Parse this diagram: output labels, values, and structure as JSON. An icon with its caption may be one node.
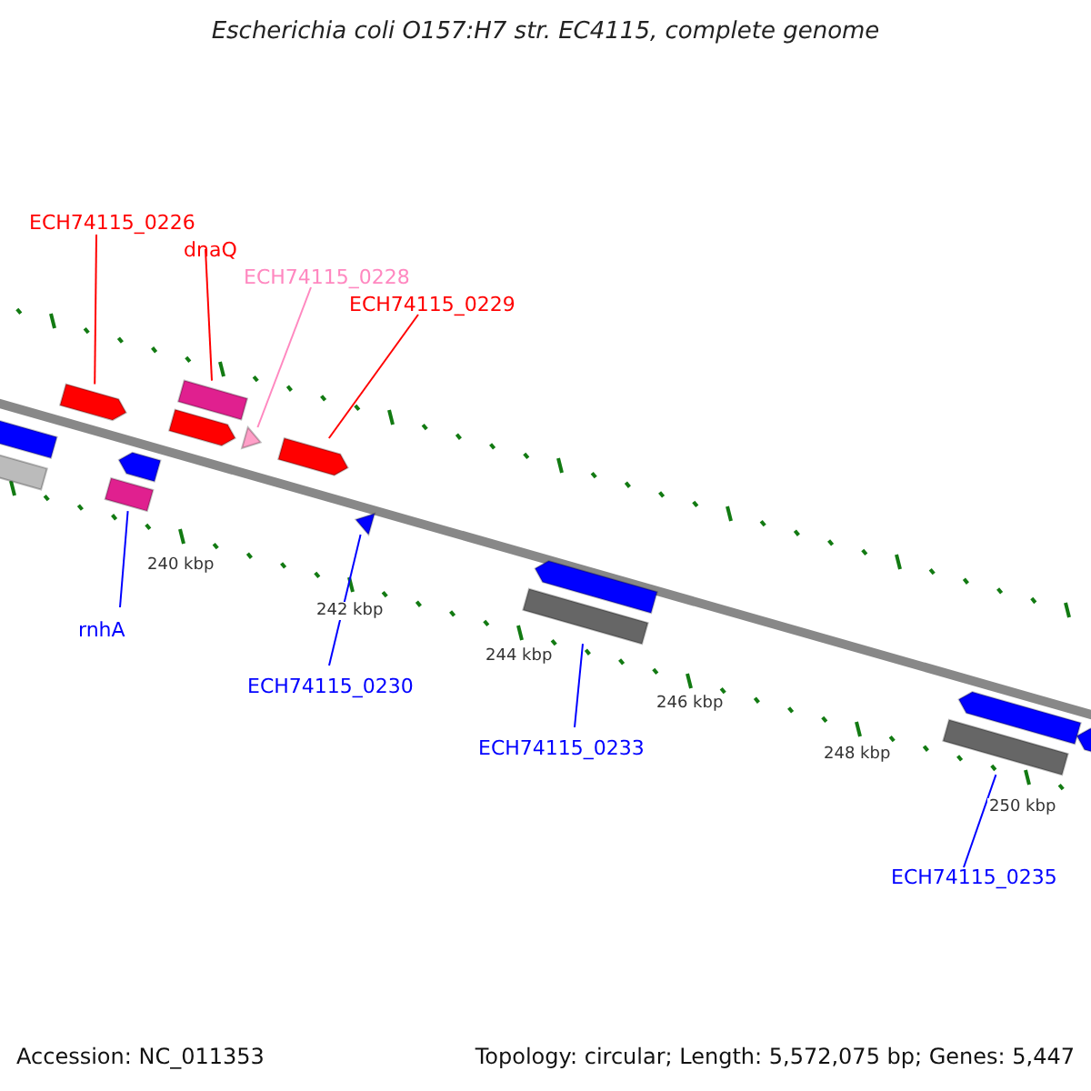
{
  "diagram": {
    "title": "Escherichia coli O157:H7 str. EC4115, complete genome",
    "nodes": [
      {
        "text": [
          "ECH74115_0226"
        ]
      },
      {
        "text": [
          "dnaQ"
        ]
      },
      {
        "text": [
          "ECH74115_0228"
        ]
      },
      {
        "text": [
          "ECH74115_0229"
        ]
      },
      {
        "text": [
          "rnhA"
        ]
      },
      {
        "text": [
          "ECH74115_0230"
        ]
      },
      {
        "text": [
          "ECH74115_0233"
        ]
      },
      {
        "text": [
          "ECH74115_0235"
        ]
      },
      {
        "text": [],
        "shape": "bar"
      },
      {
        "text": [],
        "shape": "arrow"
      },
      {
        "text": [],
        "shape": "arrow"
      },
      {
        "text": [],
        "shape": "bar"
      },
      {
        "text": [],
        "shape": "arrow"
      },
      {
        "text": [],
        "shape": "arrow"
      },
      {
        "text": [],
        "shape": "bar"
      },
      {
        "text": [],
        "shape": "triangle"
      },
      {
        "text": [],
        "shape": "arrow"
      },
      {
        "text": [],
        "shape": "triangle"
      },
      {
        "text": [],
        "shape": "bar"
      },
      {
        "text": [],
        "shape": "arrow"
      },
      {
        "text": [],
        "shape": "bar"
      },
      {
        "text": [],
        "shape": "arrow"
      },
      {
        "text": [],
        "shape": "arrow"
      }
    ],
    "edges": [
      {
        "from": 0,
        "to": 10,
        "arrow": "none",
        "color": "#ff0000"
      },
      {
        "from": 1,
        "to": 14,
        "arrow": "none",
        "color": "#ff0000"
      },
      {
        "from": 2,
        "to": 15,
        "arrow": "none",
        "color": "#ff88c0"
      },
      {
        "from": 3,
        "to": 16,
        "arrow": "none",
        "color": "#ff0000"
      },
      {
        "from": 4,
        "to": 11,
        "arrow": "none",
        "color": "#0000ff"
      },
      {
        "from": 5,
        "to": 17,
        "arrow": "none",
        "color": "#0000ff"
      },
      {
        "from": 6,
        "to": 18,
        "arrow": "none",
        "color": "#0000ff"
      },
      {
        "from": 7,
        "to": 20,
        "arrow": "none",
        "color": "#0000ff"
      }
    ],
    "labels": [
      "240 kbp",
      "242 kbp",
      "244 kbp",
      "246 kbp",
      "248 kbp",
      "250 kbp",
      "Accession: NC_011353",
      "Topology: circular; Length: 5,572,075 bp; Genes: 5,447"
    ]
  }
}
